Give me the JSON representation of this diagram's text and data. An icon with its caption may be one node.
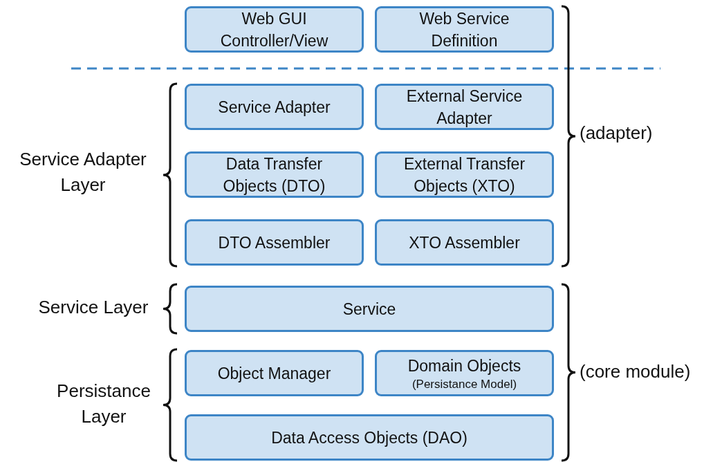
{
  "diagram": {
    "nodes": [
      {
        "text": [
          "Web GUI Controller/View"
        ]
      },
      {
        "text": [
          "Web Service Definition"
        ]
      },
      {
        "text": [
          "Service Adapter"
        ]
      },
      {
        "text": [
          "External Service Adapter"
        ]
      },
      {
        "text": [
          "Data Transfer Objects (DTO)"
        ]
      },
      {
        "text": [
          "External Transfer Objects (XTO)"
        ]
      },
      {
        "text": [
          "DTO Assembler"
        ]
      },
      {
        "text": [
          "XTO Assembler"
        ]
      },
      {
        "text": [
          "Service"
        ]
      },
      {
        "text": [
          "Object Manager"
        ]
      },
      {
        "text": [
          "Domain Objects",
          "(Persistance Model)"
        ]
      },
      {
        "text": [
          "Data Access Objects (DAO)"
        ]
      }
    ],
    "edges": [],
    "labels": [
      "(adapter)",
      "Service Adapter Layer",
      "Service Layer",
      "(core module)",
      "Persistance Layer"
    ]
  }
}
